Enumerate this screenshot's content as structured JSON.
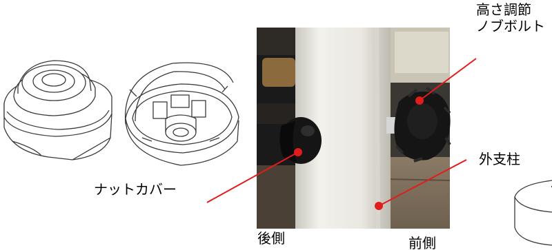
{
  "labels": {
    "height_knob_line1": "高さ調節",
    "height_knob_line2": "ノブボルト",
    "nut_cover": "ナットカバー",
    "outer_pillar": "外支柱",
    "rear_side": "後側",
    "front_side": "前側"
  },
  "colors": {
    "leader_line": "#e21b1b",
    "photo_dark": "#1a1a1a",
    "pillar_white": "#ebe9e1",
    "knob_black": "#151515",
    "line_art": "#3a3a3a"
  }
}
